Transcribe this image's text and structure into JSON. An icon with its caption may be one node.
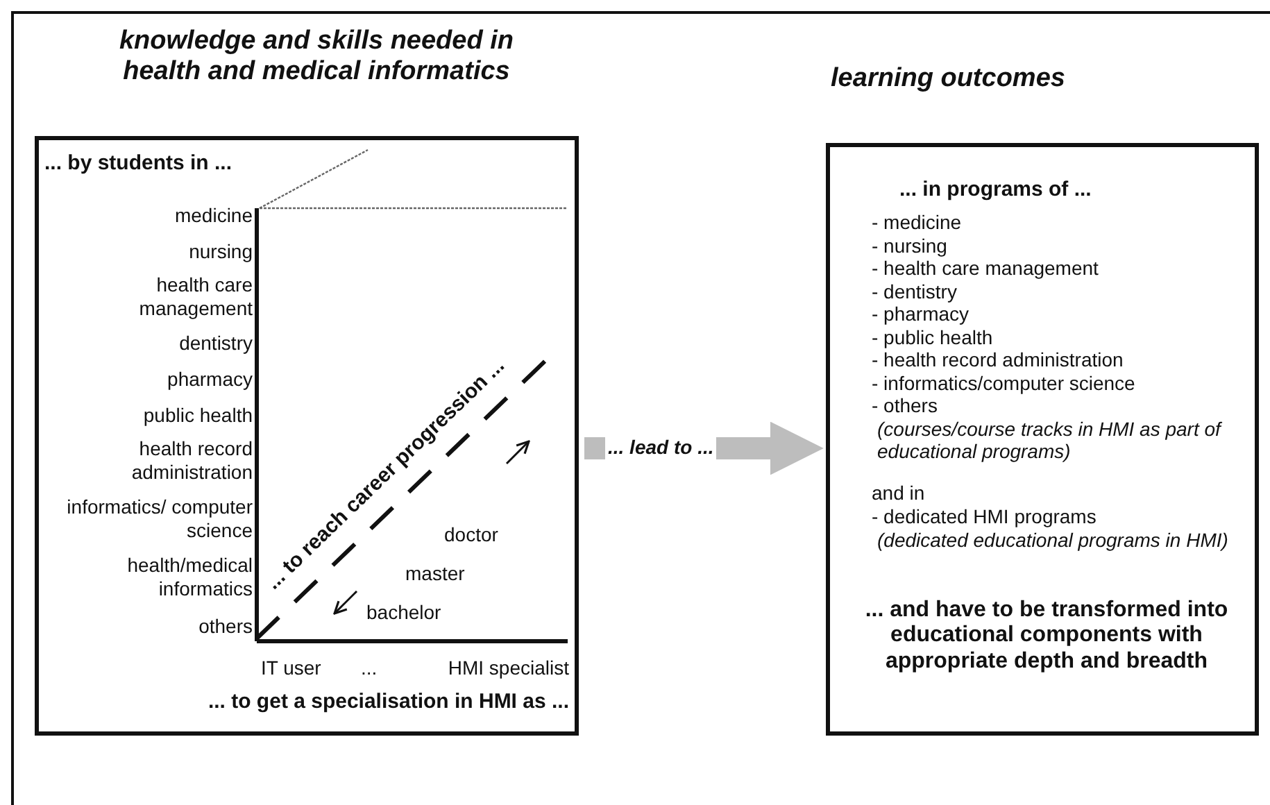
{
  "diagram": {
    "nodes": [
      {
        "text": [
          "knowledge and skills needed in health and medical informatics",
          "... by students in ...",
          "... to get a specialisation in HMI as ..."
        ]
      },
      {
        "text": [
          "learning outcomes",
          "... in programs of ...",
          "- medicine",
          "- nursing",
          "- health care management",
          "- dentistry",
          "- pharmacy",
          "- public health",
          "- health record administration",
          "- informatics/computer science",
          "- others",
          "(courses/course tracks in HMI as part of educational programs)",
          "and in",
          "- dedicated HMI programs",
          "(dedicated educational programs in HMI)",
          "... and have to be transformed into educational components with appropriate depth and breadth"
        ]
      }
    ],
    "edges": [
      {
        "from": 0,
        "to": 1,
        "arrow": "to",
        "label": "... lead to ..."
      }
    ],
    "labels": [
      "medicine",
      "nursing",
      "health care management",
      "dentistry",
      "pharmacy",
      "public health",
      "health record administration",
      "informatics/ computer science",
      "health/medical informatics",
      "others",
      "... to reach career progression ...",
      "doctor",
      "master",
      "bachelor",
      "IT user",
      "...",
      "HMI specialist"
    ]
  }
}
